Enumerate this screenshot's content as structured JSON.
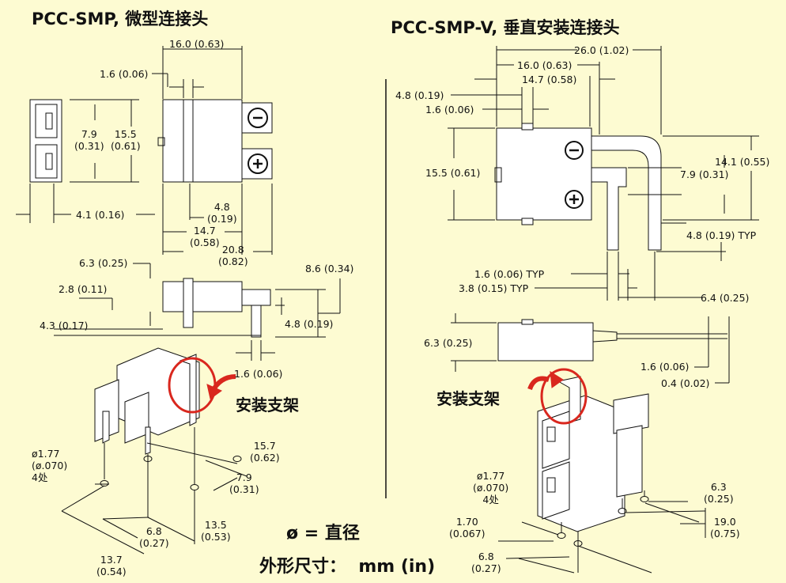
{
  "titles": {
    "left": "PCC-SMP, 微型连接头",
    "right": "PCC-SMP-V, 垂直安装连接头"
  },
  "left_dims": {
    "width_16": "16.0 (0.63)",
    "d_1_6": "1.6 (0.06)",
    "d_7_9": "7.9\n(0.31)",
    "d_15_5": "15.5\n(0.61)",
    "d_4_1": "4.1 (0.16)",
    "d_4_8": "4.8\n(0.19)",
    "d_14_7": "14.7\n(0.58)",
    "d_20_8": "20.8\n(0.82)",
    "d_6_3": "6.3 (0.25)",
    "d_8_6": "8.6 (0.34)",
    "d_2_8": "2.8 (0.11)",
    "d_4_3": "4.3 (0.17)",
    "d_4_8b": "4.8 (0.19)",
    "d_1_6b": "1.6 (0.06)",
    "mount_label": "安装支架",
    "hole": "ø1.77\n(ø.070)\n4处",
    "d_15_7": "15.7\n(0.62)",
    "d_7_9b": "7.9\n(0.31)",
    "d_13_5": "13.5\n(0.53)",
    "d_6_8": "6.8\n(0.27)",
    "d_13_7": "13.7\n(0.54)"
  },
  "right_dims": {
    "d_26": "26.0 (1.02)",
    "d_16": "16.0 (0.63)",
    "d_14_7": "14.7 (0.58)",
    "d_4_8": "4.8 (0.19)",
    "d_1_6": "1.6 (0.06)",
    "d_15_5": "15.5 (0.61)",
    "d_7_9": "7.9 (0.31)",
    "d_14_1": "14.1 (0.55)",
    "d_4_8_typ": "4.8 (0.19) TYP",
    "d_1_6_typ": "1.6 (0.06) TYP",
    "d_3_8_typ": "3.8 (0.15) TYP",
    "d_6_4": "6.4 (0.25)",
    "d_6_3": "6.3 (0.25)",
    "d_1_6b": "1.6 (0.06)",
    "d_0_4": "0.4 (0.02)",
    "mount_label": "安装支架",
    "hole": "ø1.77\n(ø.070)\n4处",
    "d_1_70": "1.70\n(0.067)",
    "d_6_8": "6.8\n(0.27)",
    "d_6_3b": "6.3\n(0.25)",
    "d_19": "19.0\n(0.75)"
  },
  "legend": {
    "diameter": "ø = 直径",
    "units": "外形尺寸：  mm (in)"
  }
}
